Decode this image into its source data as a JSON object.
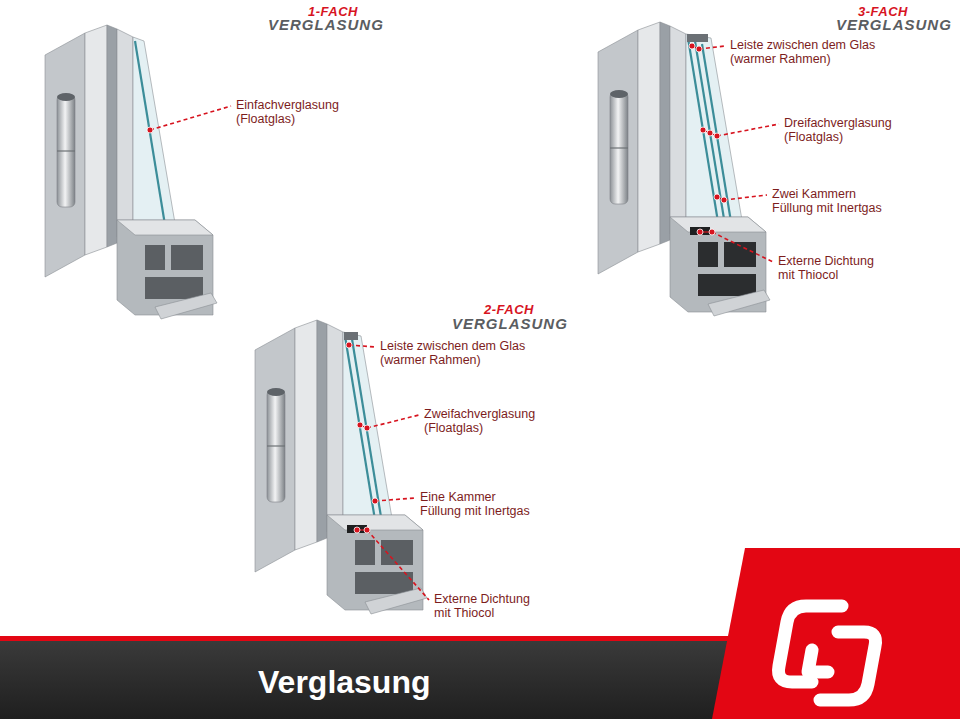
{
  "diagram": {
    "title": "Verglasung",
    "labels": [
      "1-FACH",
      "VERGLASUNG",
      "Einfachverglasung (Floatglas)",
      "3-FACH",
      "VERGLASUNG",
      "Leiste zwischen dem Glas (warmer Rahmen)",
      "Dreifachverglasung (Floatglas)",
      "Zwei Kammern Füllung mit Inertgas",
      "Externe Dichtung mit Thiocol",
      "2-FACH",
      "VERGLASUNG",
      "Leiste zwischen dem Glas (warmer Rahmen)",
      "Zweifachverglasung (Floatglas)",
      "Eine Kammer Füllung mit Inertgas",
      "Externe Dichtung mit Thiocol"
    ]
  }
}
